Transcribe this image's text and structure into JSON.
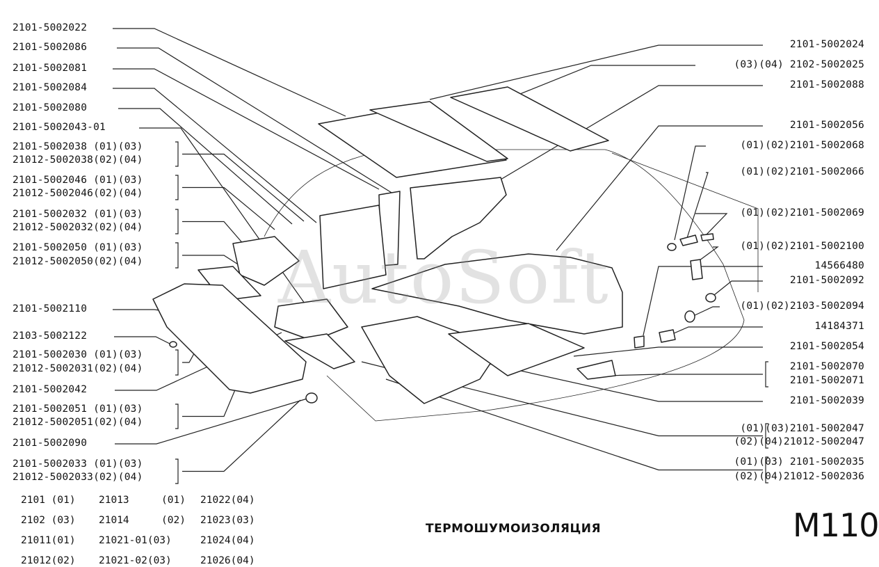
{
  "left_labels": [
    [
      "2101-5002022"
    ],
    [
      "2101-5002086"
    ],
    [
      "2101-5002081"
    ],
    [
      "2101-5002084"
    ],
    [
      "2101-5002080"
    ],
    [
      "2101-5002043-01"
    ],
    [
      "2101-5002038 (01)(03)",
      "21012-5002038(02)(04)"
    ],
    [
      "2101-5002046 (01)(03)",
      "21012-5002046(02)(04)"
    ],
    [
      "2101-5002032 (01)(03)",
      "21012-5002032(02)(04)"
    ],
    [
      "2101-5002050 (01)(03)",
      "21012-5002050(02)(04)"
    ],
    [
      "2101-5002110"
    ],
    [
      "2103-5002122"
    ],
    [
      "2101-5002030 (01)(03)",
      "21012-5002031(02)(04)"
    ],
    [
      "2101-5002042"
    ],
    [
      "2101-5002051 (01)(03)",
      "21012-5002051(02)(04)"
    ],
    [
      "2101-5002090"
    ],
    [
      "2101-5002033 (01)(03)",
      "21012-5002033(02)(04)"
    ]
  ],
  "right_labels": [
    [
      "2101-5002024"
    ],
    [
      "(03)(04) 2102-5002025"
    ],
    [
      "2101-5002088"
    ],
    [
      "2101-5002056"
    ],
    [
      "(01)(02)2101-5002068"
    ],
    [
      "(01)(02)2101-5002066"
    ],
    [
      "(01)(02)2101-5002069"
    ],
    [
      "(01)(02)2101-5002100"
    ],
    [
      "14566480"
    ],
    [
      "2101-5002092"
    ],
    [
      "(01)(02)2103-5002094"
    ],
    [
      "14184371"
    ],
    [
      "2101-5002054"
    ],
    [
      "2101-5002070",
      "2101-5002071"
    ],
    [
      "2101-5002039"
    ],
    [
      "(01)(03)2101-5002047",
      "(02)(04)21012-5002047"
    ],
    [
      "(01)(03) 2101-5002035",
      "(02)(04)21012-5002036"
    ]
  ],
  "legend": [
    [
      "2101 (01)",
      "21013",
      "(01)",
      "21022(04)"
    ],
    [
      "2102 (03)",
      "21014",
      "(02)",
      "21023(03)"
    ],
    [
      "21011(01)",
      "21021-01(03)",
      "",
      "21024(04)"
    ],
    [
      "21012(02)",
      "21021-02(03)",
      "",
      "21026(04)"
    ]
  ],
  "title": "ТЕРМОШУМОИЗОЛЯЦИЯ",
  "code": "M110",
  "watermark": "AutoSoft"
}
